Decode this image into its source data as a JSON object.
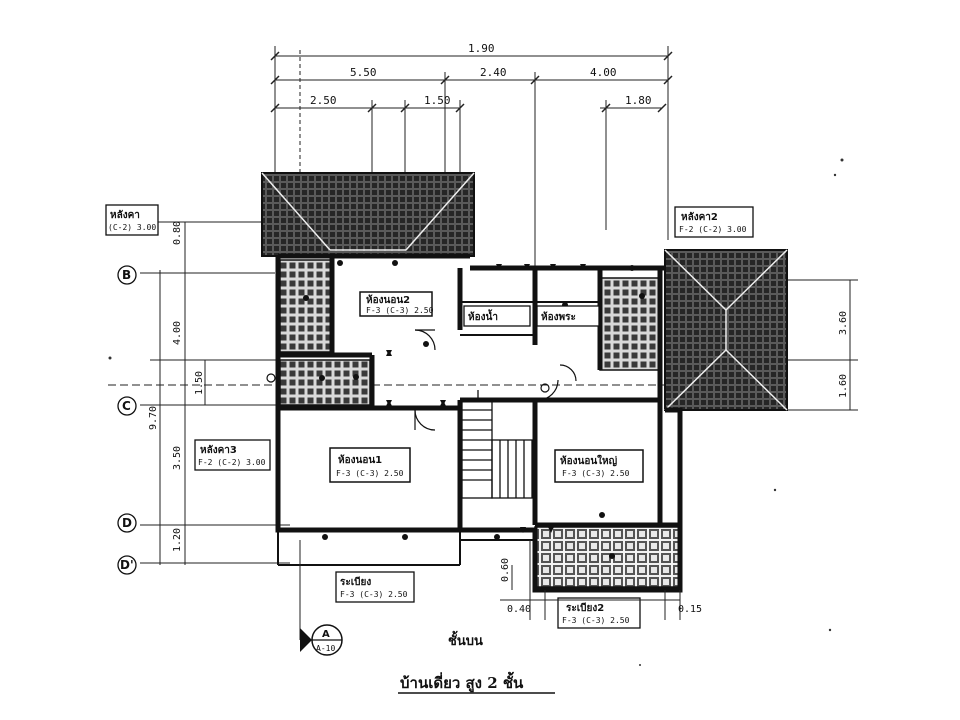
{
  "drawing": {
    "overall_width": "1.90",
    "dims_top_row": [
      "5.50",
      "2.40",
      "4.00"
    ],
    "dims_second_row": [
      "2.50",
      "1.50",
      "1.80"
    ],
    "dims_left": [
      "0.80",
      "4.00",
      "1.50",
      "3.50",
      "1.20"
    ],
    "dim_left_total": "9.70",
    "dims_right": [
      "3.60",
      "1.60"
    ],
    "dims_bottom": [
      "0.60",
      "0.40",
      "0.15"
    ],
    "axis_labels": [
      "B",
      "C",
      "D",
      "D'"
    ],
    "rooms": [
      {
        "name": "ห้องนอน2",
        "ref": "F-3 (C-3) 2.50"
      },
      {
        "name": "ห้องนอน1",
        "ref": "F-3 (C-3) 2.50"
      },
      {
        "name": "ห้องนอนใหญ่",
        "ref": "F-3 (C-3) 2.50"
      },
      {
        "name": "ห้องนํ้า",
        "ref": ""
      },
      {
        "name": "ห้องพระ",
        "ref": ""
      }
    ],
    "tags": [
      {
        "name": "หลังคา",
        "ref": "(C-2) 3.00"
      },
      {
        "name": "หลังคา2",
        "ref": "F-2 (C-2) 3.00"
      },
      {
        "name": "หลังคา3",
        "ref": "F-2 (C-2) 3.00"
      },
      {
        "name": "ระเบียง",
        "ref": "F-3 (C-3) 2.50"
      },
      {
        "name": "ระเบียง2",
        "ref": "F-3 (C-3) 2.50"
      }
    ],
    "section_marker": {
      "letter": "A",
      "sheet": "A-10"
    },
    "floor_caption": "ชั้นบน",
    "title": "บ้านเดี่ยว สูง 2 ชั้น"
  }
}
